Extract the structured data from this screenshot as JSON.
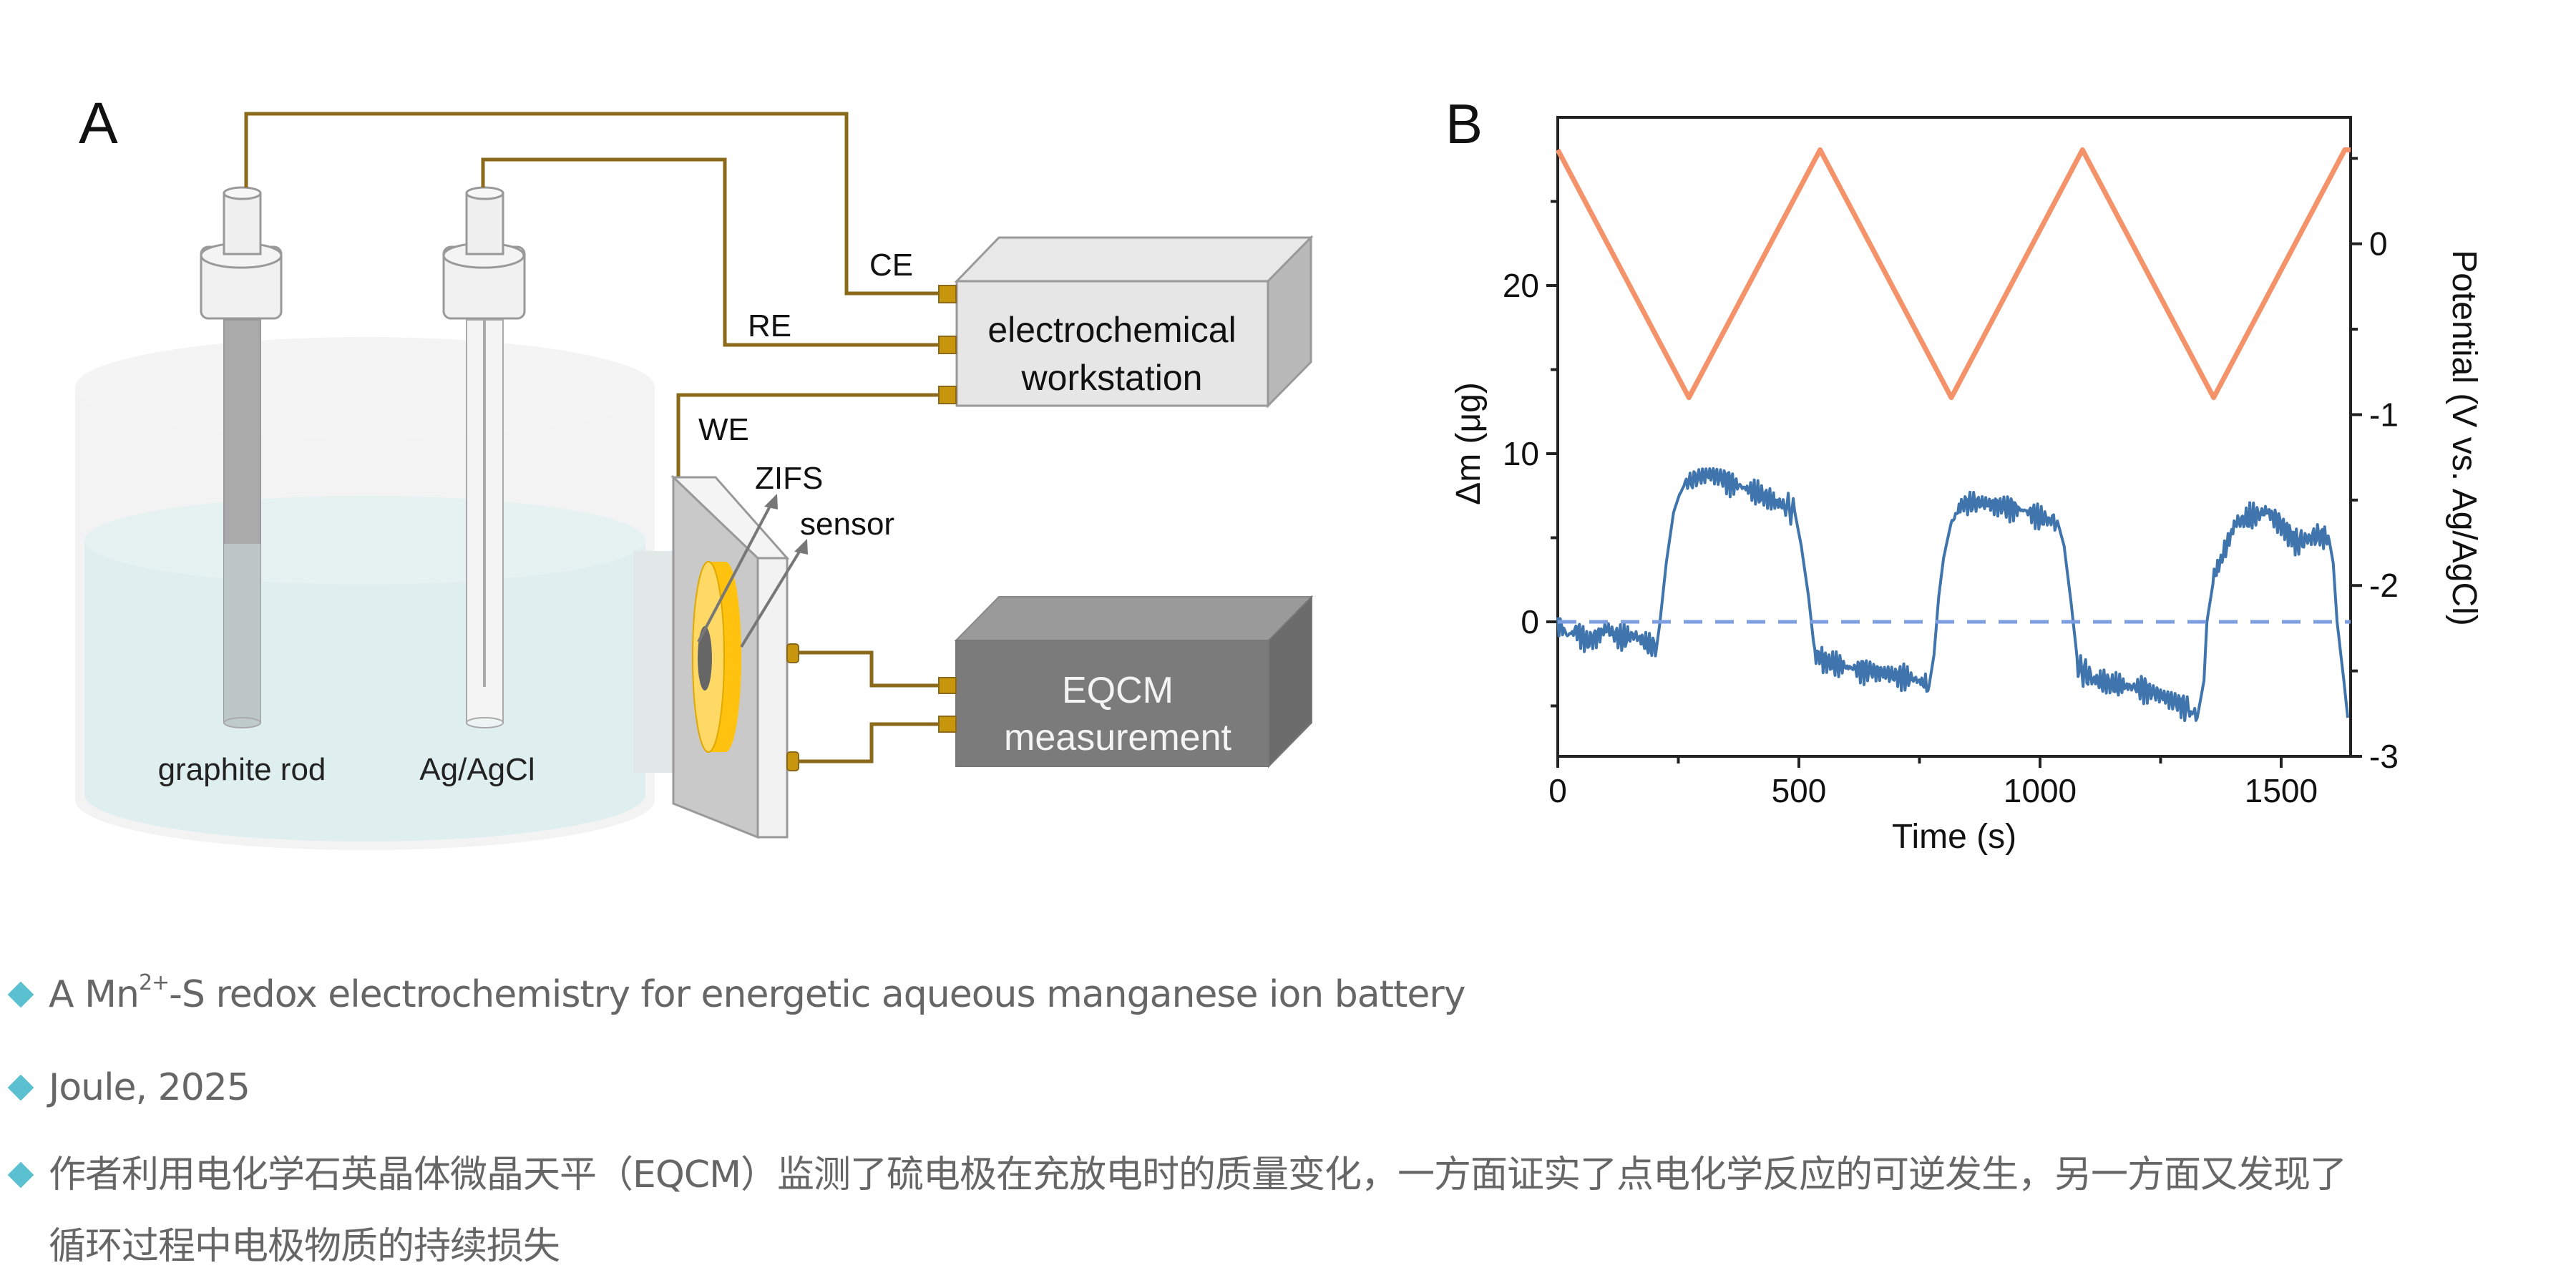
{
  "panel_a": {
    "label": "A",
    "electrodes": [
      {
        "name": "graphite rod",
        "wire_label": "CE"
      },
      {
        "name": "Ag/AgCl",
        "wire_label": "RE"
      }
    ],
    "working_electrode_label": "WE",
    "zifs_label": "ZIFS",
    "sensor_label": "sensor",
    "workstation": {
      "line1": "electrochemical",
      "line2": "workstation"
    },
    "eqcm": {
      "line1": "EQCM",
      "line2": "measurement"
    },
    "colors": {
      "wire": "#8a6a1a",
      "connector": "#c8960c",
      "gold_ring": "#ffc20e",
      "solution": "#dfeeee"
    }
  },
  "chart_data": {
    "panel_label": "B",
    "type": "line",
    "xlabel": "Time (s)",
    "ylabel_left": "Δm (μg)",
    "ylabel_right": "Potential (V vs. Ag/AgCl)",
    "xlim": [
      0,
      1644
    ],
    "ylim_left": [
      -8,
      30
    ],
    "ylim_right": [
      -3,
      0.74
    ],
    "x_ticks": [
      0,
      500,
      1000,
      1500
    ],
    "x_minor_ticks": [
      250,
      750,
      1250
    ],
    "y_left_ticks": [
      0,
      10,
      20
    ],
    "y_left_minor_ticks": [
      -5,
      5,
      15,
      25
    ],
    "y_right_ticks": [
      0,
      -1,
      -2,
      -3
    ],
    "y_right_minor_ticks": [
      0.5,
      -0.5,
      -1.5,
      -2.5
    ],
    "grid": false,
    "series": [
      {
        "name": "Potential",
        "axis": "right",
        "color": "#f4926a",
        "x": [
          0,
          272,
          544,
          816,
          1088,
          1360,
          1632,
          1644
        ],
        "y": [
          0.55,
          -0.9,
          0.55,
          -0.9,
          0.55,
          -0.9,
          0.55,
          0.55
        ]
      },
      {
        "name": "Δm",
        "axis": "left",
        "color": "#3f74ad",
        "x": [
          0,
          20,
          40,
          60,
          80,
          100,
          130,
          160,
          190,
          205,
          212,
          225,
          240,
          255,
          264,
          290,
          320,
          360,
          400,
          440,
          470,
          491,
          505,
          520,
          533,
          560,
          600,
          650,
          700,
          740,
          770,
          780,
          790,
          800,
          815,
          837,
          870,
          920,
          970,
          1010,
          1036,
          1050,
          1065,
          1079,
          1110,
          1160,
          1210,
          1260,
          1300,
          1326,
          1340,
          1346,
          1361,
          1380,
          1405,
          1440,
          1470,
          1500,
          1534,
          1560,
          1583,
          1600,
          1608,
          1616,
          1630,
          1638
        ],
        "y": [
          0,
          -0.8,
          -0.5,
          -1.2,
          -0.9,
          -0.4,
          -1.0,
          -0.8,
          -1.4,
          -1.5,
          0,
          3.5,
          6.5,
          7.8,
          8.2,
          8.6,
          8.8,
          8.3,
          7.8,
          7.3,
          6.9,
          6.6,
          4.5,
          1.5,
          -1.9,
          -2.4,
          -2.7,
          -2.9,
          -3.2,
          -3.4,
          -3.8,
          -2.0,
          1.5,
          3.8,
          5.8,
          7.0,
          7.1,
          6.9,
          6.6,
          6.1,
          6.0,
          4.5,
          1.0,
          -2.7,
          -3.4,
          -3.8,
          -3.9,
          -4.5,
          -5.0,
          -5.7,
          -3.5,
          0,
          2.7,
          4.0,
          5.9,
          6.2,
          6.6,
          5.8,
          4.7,
          5.0,
          5.2,
          4.8,
          3.5,
          0,
          -3.5,
          -5.7
        ]
      },
      {
        "name": "baseline",
        "axis": "left",
        "style": "dashed",
        "color": "#7c9ee0",
        "y_value": 0
      }
    ]
  },
  "bullets": [
    {
      "pre": "A Mn",
      "sup": "2+",
      "post": "-S redox electrochemistry for energetic aqueous manganese ion battery"
    },
    {
      "text": "Joule, 2025"
    },
    {
      "text": "作者利用电化学石英晶体微晶天平（EQCM）监测了硫电极在充放电时的质量变化，一方面证实了点电化学反应的可逆发生，另一方面又发现了"
    },
    {
      "text": "循环过程中电极物质的持续损失"
    }
  ],
  "bullet_color": "#5bc0cf"
}
